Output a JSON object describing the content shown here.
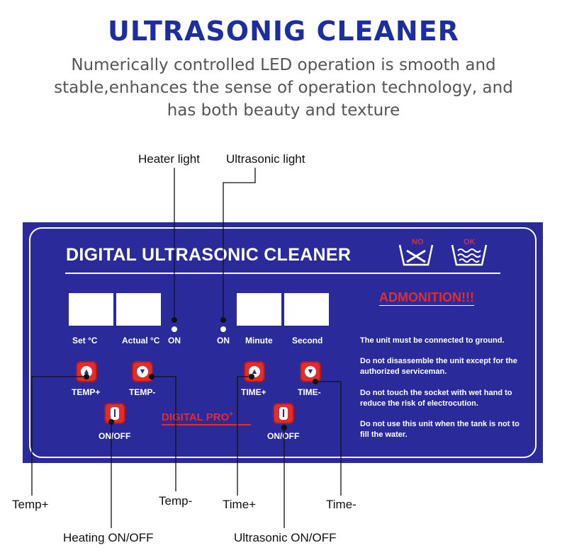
{
  "header": {
    "title": "ULTRASONIG CLEANER",
    "subtitle_lines": [
      "Numerically controlled LED operation is smooth and",
      "stable,enhances the sense of operation technology, and",
      "has both beauty and texture"
    ]
  },
  "callouts": {
    "heater_light": "Heater light",
    "ultrasonic_light": "Ultrasonic light",
    "temp_plus": "Temp+",
    "temp_minus": "Temp-",
    "time_plus": "Time+",
    "time_minus": "Time-",
    "heating_onoff": "Heating ON/OFF",
    "ultrasonic_onoff": "Ultrasonic ON/OFF"
  },
  "panel": {
    "heading": "DIGITAL ULTRASONIC CLEANER",
    "icons": {
      "no_label": "NO",
      "ok_label": "OK"
    },
    "display_labels": {
      "set": "Set  °C",
      "actual": "Actual °C",
      "heater_on": "ON",
      "ultrasonic_on": "ON",
      "minute": "Minute",
      "second": "Second"
    },
    "buttons": {
      "temp_plus": "TEMP+",
      "temp_minus": "TEMP-",
      "time_plus": "TIME+",
      "time_minus": "TIME-",
      "heat_onoff": "ON/OFF",
      "ultra_onoff": "ON/OFF"
    },
    "brand": "DIGITAL PRO",
    "brand_mark": "+",
    "admonition": "ADMONITION!!!",
    "warnings": [
      "The unit must be connected to ground.",
      "Do not disassemble the unit except  for the authorized serviceman.",
      "Do not touch the socket with wet hand to reduce the risk of electrocution.",
      "Do not use this unit when the tank is not to fill the water."
    ],
    "colors": {
      "panel": "#2a2a9a",
      "accent": "#e02e2e",
      "title": "#1c2f9c"
    }
  }
}
